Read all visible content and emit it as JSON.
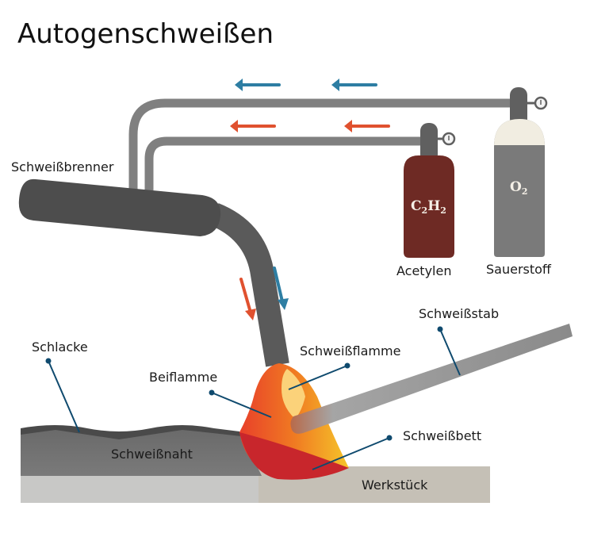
{
  "title": "Autogenschweißen",
  "labels": {
    "torch": "Schweißbrenner",
    "acetylene": "Acetylen",
    "oxygen": "Sauerstoff",
    "rod": "Schweißstab",
    "slag": "Schlacke",
    "secondary_flame": "Beiflamme",
    "welding_flame": "Schweißflamme",
    "weld_pool": "Schweißbett",
    "weld_seam": "Schweißnaht",
    "workpiece": "Werkstück"
  },
  "cylinders": {
    "acetylene": {
      "formula_main": "C",
      "sub1": "2",
      "formula_mid": "H",
      "sub2": "2"
    },
    "oxygen": {
      "formula_main": "O",
      "sub1": "2"
    }
  },
  "colors": {
    "oxygen_arrow": "#2e7ea3",
    "acetylene_arrow": "#e0512f",
    "acetylene_cylinder": "#6e2a24",
    "oxygen_cylinder": "#7a7a7a",
    "oxygen_cap": "#f1ede1",
    "hose": "#808080",
    "torch": "#505050",
    "leader_line": "#0f4a6e",
    "workpiece": "#c5c0b6"
  }
}
